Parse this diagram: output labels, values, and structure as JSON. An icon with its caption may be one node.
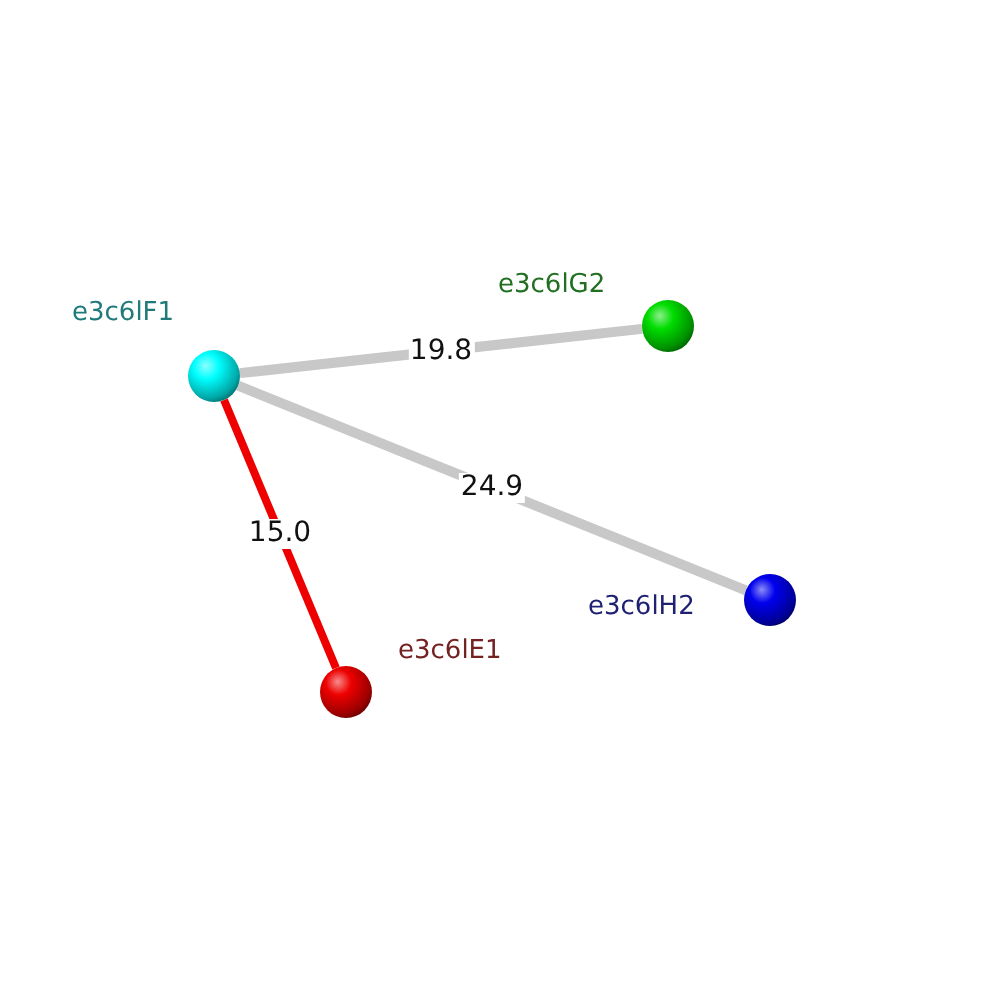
{
  "diagram": {
    "nodes": [
      {
        "text": [
          "e3c6lF1"
        ]
      },
      {
        "text": [
          "e3c6lG2"
        ]
      },
      {
        "text": [
          "e3c6lH2"
        ]
      },
      {
        "text": [
          "e3c6lE1"
        ]
      }
    ],
    "edges": [
      {
        "from": 0,
        "to": 1,
        "arrow": "none",
        "label": "19.8"
      },
      {
        "from": 0,
        "to": 2,
        "arrow": "none",
        "label": "24.9"
      },
      {
        "from": 0,
        "to": 3,
        "arrow": "none",
        "label": "15.0",
        "color": "#ee0000"
      }
    ]
  }
}
